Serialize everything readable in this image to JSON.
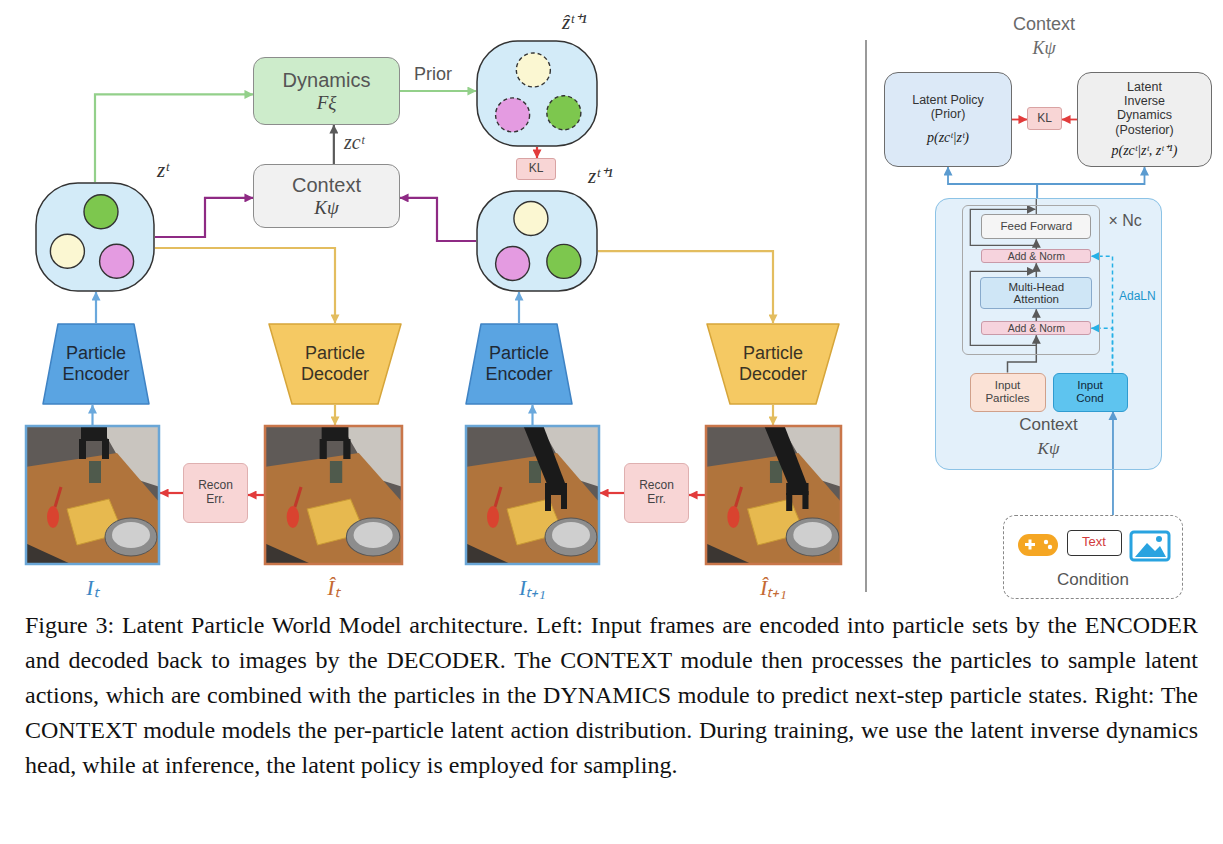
{
  "diagram": {
    "caption": "Figure 3: Latent Particle World Model architecture. Left: Input frames are encoded into particle sets by the ENCODER and decoded back to images by the DECODER. The CONTEXT module then processes the particles to sample latent actions, which are combined with the particles in the DYNAMICS module to predict next-step particle states. Right: The CONTEXT module models the per-particle latent action distribution. During training, we use the latent inverse dynamics head, while at inference, the latent policy is employed for sampling.",
    "nodes": [
      {
        "text": [
          "Dynamics",
          "Fξ"
        ]
      },
      {
        "text": [
          "ẑᵗ⁺¹"
        ]
      },
      {
        "text": [
          "KL"
        ]
      },
      {
        "text": [
          "Context",
          "Kψ"
        ]
      },
      {
        "text": [
          "zᵗ"
        ]
      },
      {
        "text": [
          "zᵗ⁺¹"
        ]
      },
      {
        "text": [
          "Particle Encoder"
        ]
      },
      {
        "text": [
          "Particle Decoder"
        ]
      },
      {
        "text": [
          "Particle Encoder"
        ]
      },
      {
        "text": [
          "Particle Decoder"
        ]
      },
      {
        "text": [
          "Iₜ"
        ]
      },
      {
        "text": [
          "Recon Err."
        ]
      },
      {
        "text": [
          "Îₜ"
        ]
      },
      {
        "text": [
          "Iₜ₊₁"
        ]
      },
      {
        "text": [
          "Recon Err."
        ]
      },
      {
        "text": [
          "Îₜ₊₁"
        ]
      },
      {
        "text": [
          "Latent Policy (Prior)",
          "p(zcᵗ|zᵗ)"
        ]
      },
      {
        "text": [
          "KL"
        ]
      },
      {
        "text": [
          "Latent Inverse Dynamics (Posterior)",
          "p(zcᵗ|zᵗ, zᵗ⁺¹)"
        ]
      },
      {
        "text": [
          "Context",
          "Kψ"
        ]
      },
      {
        "text": [
          "× Nc"
        ],
        "in": 19
      },
      {
        "text": [
          "Feed Forward"
        ],
        "in": 20
      },
      {
        "text": [
          "Add & Norm"
        ],
        "in": 20
      },
      {
        "text": [
          "Multi-Head Attention"
        ],
        "in": 20
      },
      {
        "text": [
          "Add & Norm"
        ],
        "in": 20
      },
      {
        "text": [
          "Input Particles"
        ],
        "in": 19
      },
      {
        "text": [
          "Input Cond"
        ],
        "in": 19
      },
      {
        "text": [
          "Condition"
        ]
      },
      {
        "text": [
          "Text"
        ],
        "in": 27
      }
    ],
    "edges": [
      {
        "from": 4,
        "to": 0,
        "arrow": "to"
      },
      {
        "from": 0,
        "to": 1,
        "label": "Prior",
        "arrow": "to"
      },
      {
        "from": 3,
        "to": 0,
        "label": "zcᵗ",
        "arrow": "to"
      },
      {
        "from": 4,
        "to": 3,
        "arrow": "to"
      },
      {
        "from": 5,
        "to": 3,
        "arrow": "to"
      },
      {
        "from": 1,
        "to": 2,
        "arrow": "to"
      },
      {
        "from": 4,
        "to": 7,
        "arrow": "to"
      },
      {
        "from": 5,
        "to": 9,
        "arrow": "to"
      },
      {
        "from": 6,
        "to": 4,
        "arrow": "to"
      },
      {
        "from": 10,
        "to": 6,
        "arrow": "to"
      },
      {
        "from": 7,
        "to": 12,
        "arrow": "to"
      },
      {
        "from": 12,
        "to": 11,
        "arrow": "to"
      },
      {
        "from": 11,
        "to": 10,
        "arrow": "to"
      },
      {
        "from": 8,
        "to": 5,
        "arrow": "to"
      },
      {
        "from": 13,
        "to": 8,
        "arrow": "to"
      },
      {
        "from": 9,
        "to": 15,
        "arrow": "to"
      },
      {
        "from": 15,
        "to": 14,
        "arrow": "to"
      },
      {
        "from": 14,
        "to": 13,
        "arrow": "to"
      },
      {
        "from": 19,
        "to": 16,
        "arrow": "to"
      },
      {
        "from": 19,
        "to": 18,
        "arrow": "to"
      },
      {
        "from": 16,
        "to": 17,
        "arrow": "to"
      },
      {
        "from": 18,
        "to": 17,
        "arrow": "to"
      },
      {
        "from": 25,
        "to": 24,
        "arrow": "to"
      },
      {
        "from": 24,
        "to": 23,
        "arrow": "to"
      },
      {
        "from": 23,
        "to": 22,
        "arrow": "to"
      },
      {
        "from": 22,
        "to": 21,
        "arrow": "to"
      },
      {
        "from": 26,
        "to": 22,
        "label": "AdaLN",
        "arrow": "to"
      },
      {
        "from": 26,
        "to": 24,
        "arrow": "to"
      },
      {
        "from": 27,
        "to": 26,
        "arrow": "to"
      }
    ],
    "labels": [
      "Context",
      "Kψ"
    ]
  }
}
